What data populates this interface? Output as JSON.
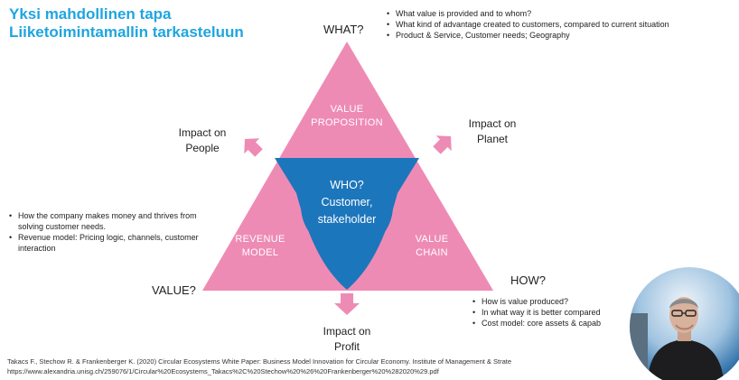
{
  "slide": {
    "title_lines": [
      "Yksi mahdollinen tapa",
      "Liiketoimintamallin tarkasteluun"
    ],
    "axis_labels": {
      "what": "WHAT?",
      "value": "VALUE?",
      "how": "HOW?"
    },
    "what_bullets": [
      "What value is provided and to whom?",
      "What kind of advantage created to customers, compared to current situation",
      "Product & Service, Customer needs; Geography"
    ],
    "value_bullets": [
      "How the company makes money and thrives from solving customer needs.",
      "Revenue model: Pricing logic, channels, customer interaction"
    ],
    "how_bullets": [
      "How is value produced?",
      "In what way it is better compared",
      "Cost model: core assets & capab"
    ],
    "triangle": {
      "top_label": [
        "VALUE",
        "PROPOSITION"
      ],
      "left_label": [
        "REVENUE",
        "MODEL"
      ],
      "right_label": [
        "VALUE",
        "CHAIN"
      ],
      "center_label": [
        "WHO?",
        "Customer,",
        "stakeholder"
      ]
    },
    "impacts": {
      "people": [
        "Impact on",
        "People"
      ],
      "planet": [
        "Impact on",
        "Planet"
      ],
      "profit": [
        "Impact on",
        "Profit"
      ]
    },
    "citation": [
      "Takacs F., Stechow R. & Frankenberger K. (2020) Circular Ecosystems White Paper: Business Model Innovation for Circular Economy. Institute of Management & Strate",
      "https://www.alexandria.unisg.ch/259076/1/Circular%20Ecosystems_Takacs%2C%20Stechow%20%26%20Frankenberger%20%282020%29.pdf"
    ],
    "colors": {
      "pink": "#ee8bb5",
      "blue": "#1c76bc",
      "title": "#1ea5e0"
    }
  }
}
